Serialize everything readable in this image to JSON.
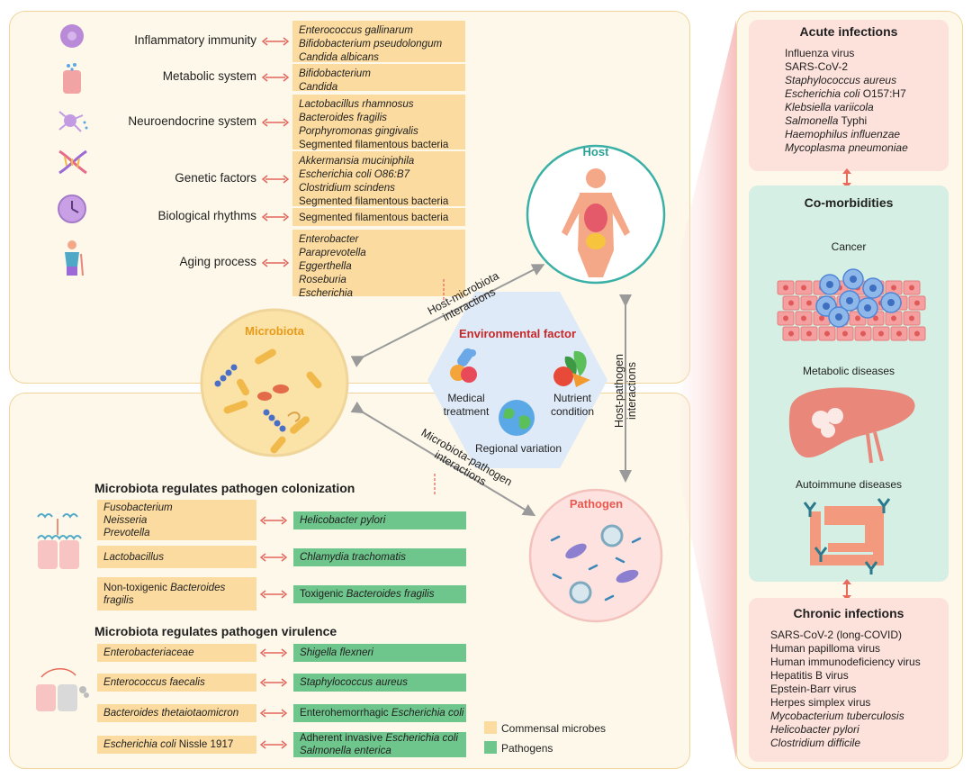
{
  "host_factors": [
    {
      "label": "Inflammatory immunity",
      "icon": "immune-cell-icon",
      "items": [
        {
          "t": "Enterococcus gallinarum",
          "i": true
        },
        {
          "t": "Bifidobacterium pseudolongum",
          "i": true
        },
        {
          "t": "Candida albicans",
          "i": true
        }
      ]
    },
    {
      "label": "Metabolic system",
      "icon": "metabolic-cell-icon",
      "items": [
        {
          "t": "Bifidobacterium",
          "i": true
        },
        {
          "t": "Candida",
          "i": true
        }
      ]
    },
    {
      "label": "Neuroendocrine system",
      "icon": "neuron-icon",
      "items": [
        {
          "t": "Lactobacillus rhamnosus",
          "i": true
        },
        {
          "t": "Bacteroides fragilis",
          "i": true
        },
        {
          "t": "Porphyromonas gingivalis",
          "i": true
        },
        {
          "t": "Segmented filamentous bacteria",
          "i": false
        }
      ]
    },
    {
      "label": "Genetic factors",
      "icon": "dna-icon",
      "items": [
        {
          "t": "Akkermansia muciniphila",
          "i": true
        },
        {
          "t": "Escherichia coli O86:B7",
          "i": true
        },
        {
          "t": "Clostridium scindens",
          "i": true
        },
        {
          "t": "Segmented filamentous bacteria",
          "i": false
        }
      ]
    },
    {
      "label": "Biological rhythms",
      "icon": "clock-icon",
      "items": [
        {
          "t": "Segmented filamentous bacteria",
          "i": false
        }
      ]
    },
    {
      "label": "Aging process",
      "icon": "elderly-person-icon",
      "items": [
        {
          "t": "Enterobacter",
          "i": true
        },
        {
          "t": "Paraprevotella",
          "i": true
        },
        {
          "t": "Eggerthella",
          "i": true
        },
        {
          "t": "Roseburia",
          "i": true
        },
        {
          "t": "Escherichia",
          "i": true
        }
      ]
    }
  ],
  "center": {
    "microbiota": "Microbiota",
    "host": "Host",
    "pathogen": "Pathogen",
    "env_title": "Environmental factor",
    "medical": "Medical\ntreatment",
    "nutrient": "Nutrient\ncondition",
    "regional": "Regional variation",
    "host_micro": "Host-microbiota\ninteractions",
    "host_path": "Host-pathogen\ninteractions",
    "micro_path": "Microbiota-pathogen\ninteractions"
  },
  "colonization": {
    "title": "Microbiota regulates pathogen colonization",
    "rows": [
      {
        "left": [
          "Fusobacterium",
          "Neisseria",
          "Prevotella"
        ],
        "right": "Helicobacter pylori"
      },
      {
        "left": [
          "Lactobacillus"
        ],
        "right": "Chlamydia trachomatis"
      },
      {
        "left": [
          "Non-toxigenic Bacteroides",
          "fragilis"
        ],
        "right": "Toxigenic Bacteroides fragilis"
      }
    ]
  },
  "virulence": {
    "title": "Microbiota regulates pathogen virulence",
    "rows": [
      {
        "left": "Enterobacteriaceae",
        "right": "Shigella flexneri"
      },
      {
        "left": "Enterococcus faecalis",
        "right": "Staphylococcus aureus"
      },
      {
        "left": "Bacteroides thetaiotaomicron",
        "right": "Enterohemorrhagic Escherichia coli"
      },
      {
        "left": "Escherichia coli Nissle 1917",
        "right": "Adherent invasive Escherichia coli\nSalmonella enterica"
      }
    ]
  },
  "legend": {
    "commensal": "Commensal microbes",
    "pathogens": "Pathogens",
    "commensal_color": "#fbdba0",
    "pathogen_color": "#6fc68c"
  },
  "acute": {
    "title": "Acute infections",
    "items": [
      "Influenza virus",
      "SARS-CoV-2",
      "Staphylococcus aureus",
      "Escherichia coli O157:H7",
      "Klebsiella variicola",
      "Salmonella Typhi",
      "Haemophilus influenzae",
      "Mycoplasma pneumoniae"
    ]
  },
  "comorbid": {
    "title": "Co-morbidities",
    "cancer": "Cancer",
    "metabolic": "Metabolic diseases",
    "autoimmune": "Autoimmune diseases"
  },
  "chronic": {
    "title": "Chronic infections",
    "items": [
      "SARS-CoV-2 (long-COVID)",
      "Human papilloma virus",
      "Human immunodeficiency virus",
      "Hepatitis B virus",
      "Epstein-Barr virus",
      "Herpes simplex virus",
      "Mycobacterium tuberculosis",
      "Helicobacter pylori",
      "Clostridium difficile"
    ]
  }
}
